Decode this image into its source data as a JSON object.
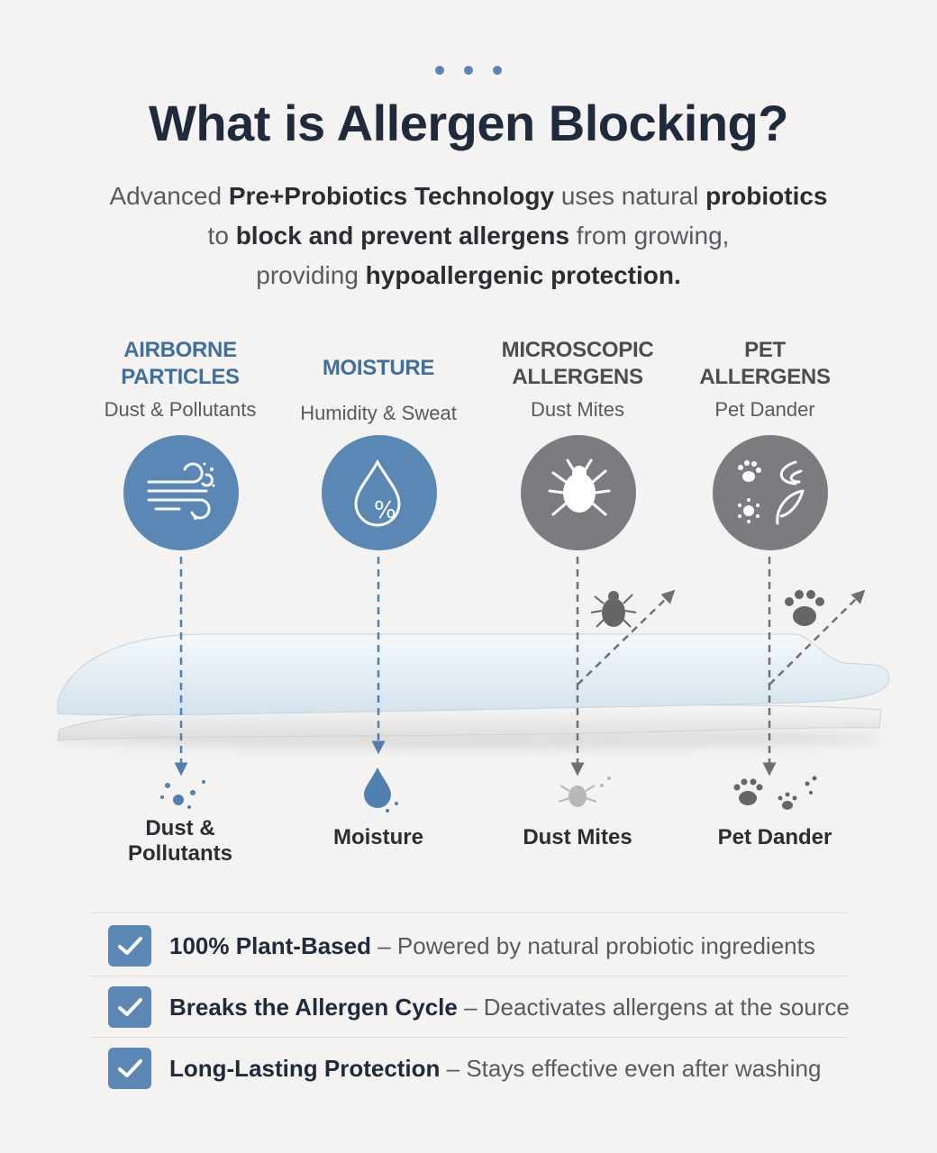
{
  "header": {
    "title": "What is Allergen Blocking?",
    "subtitle": {
      "line1": {
        "t1": "Advanced ",
        "b1": "Pre+Probiotics Technology",
        "t2": " uses natural ",
        "b2": "probiotics"
      },
      "line2": {
        "t1": "to ",
        "b1": "block and prevent allergens",
        "t2": " from growing,"
      },
      "line3": {
        "t1": "providing ",
        "b1": "hypoallergenic protection."
      }
    }
  },
  "categories": [
    {
      "title_line1": "AIRBORNE",
      "title_line2": "PARTICLES",
      "subtitle": "Dust & Pollutants",
      "icon": "wind-icon",
      "color": "#5b87b5",
      "result_line1": "Dust &",
      "result_line2": "Pollutants"
    },
    {
      "title_line1": "MOISTURE",
      "title_line2": "",
      "subtitle": "Humidity & Sweat",
      "icon": "humidity-drop-icon",
      "color": "#5b87b5",
      "result_line1": "Moisture",
      "result_line2": ""
    },
    {
      "title_line1": "MICROSCOPIC",
      "title_line2": "ALLERGENS",
      "subtitle": "Dust Mites",
      "icon": "dust-mite-icon",
      "color": "#7a7c7f",
      "result_line1": "Dust Mites",
      "result_line2": ""
    },
    {
      "title_line1": "PET",
      "title_line2": "ALLERGENS",
      "subtitle": "Pet Dander",
      "icon": "pet-paw-icon",
      "color": "#7a7c7f",
      "result_line1": "Pet Dander",
      "result_line2": ""
    }
  ],
  "features": [
    {
      "bold": "100% Plant-Based",
      "dash": " – ",
      "text": "Powered by natural probiotic ingredients"
    },
    {
      "bold": "Breaks the Allergen Cycle",
      "dash": " – ",
      "text": "Deactivates allergens at the source"
    },
    {
      "bold": "Long-Lasting Protection",
      "dash": " – ",
      "text": "Stays effective even after washing"
    }
  ],
  "colors": {
    "accent_blue": "#5b87b5",
    "gray": "#7a7c7f",
    "title": "#1f2a3c",
    "background": "#f4f3f1"
  }
}
